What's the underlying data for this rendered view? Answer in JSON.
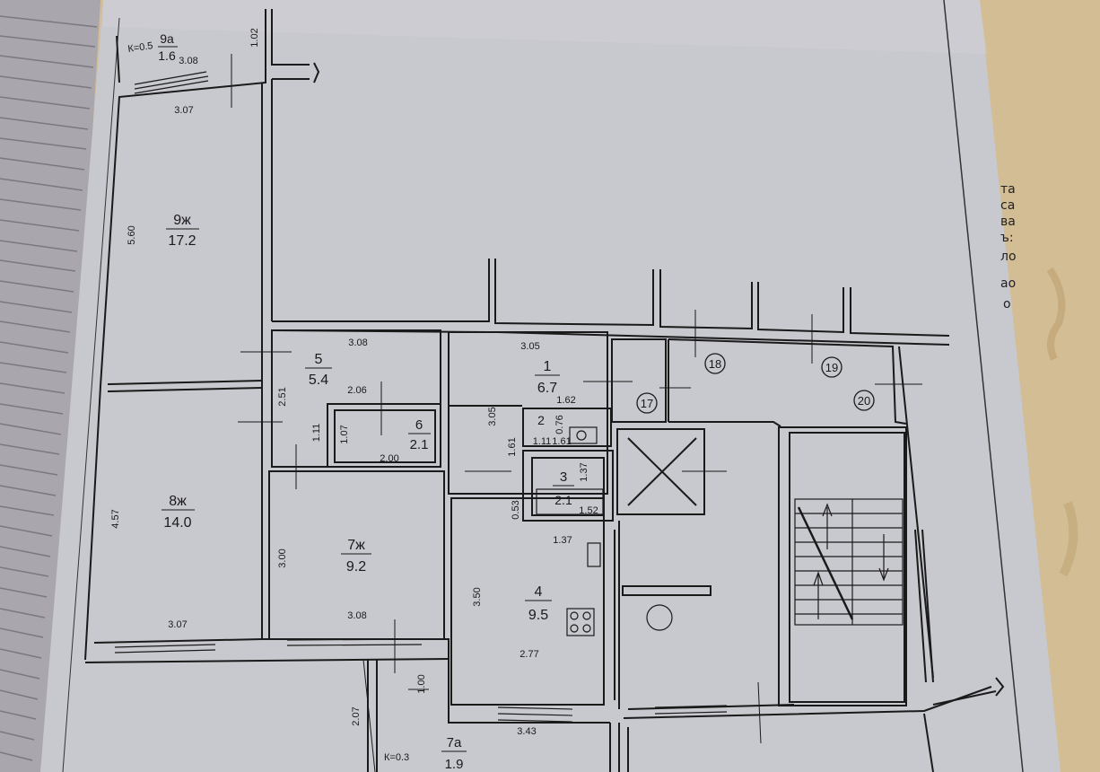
{
  "rooms": [
    {
      "id": "9a",
      "number": "9а",
      "area": "1.6"
    },
    {
      "id": "9",
      "number": "9ж",
      "area": "17.2"
    },
    {
      "id": "8",
      "number": "8ж",
      "area": "14.0"
    },
    {
      "id": "5",
      "number": "5",
      "area": "5.4"
    },
    {
      "id": "6",
      "number": "6",
      "area": "2.1"
    },
    {
      "id": "7",
      "number": "7ж",
      "area": "9.2"
    },
    {
      "id": "1",
      "number": "1",
      "area": "6.7"
    },
    {
      "id": "2",
      "number": "2",
      "area": ""
    },
    {
      "id": "3",
      "number": "3",
      "area": "2.1"
    },
    {
      "id": "4",
      "number": "4",
      "area": "9.5"
    },
    {
      "id": "7a",
      "number": "7а",
      "area": "1.9"
    }
  ],
  "coefficients": {
    "balcony_9a": "К=0.5",
    "balcony_7a": "К=0.3"
  },
  "dimensions": {
    "d102": "1.02",
    "d308_top": "3.08",
    "d307_top": "3.07",
    "d560": "5.60",
    "d457": "4.57",
    "d307_bot": "3.07",
    "d308_r5": "3.08",
    "d251": "2.51",
    "d206": "2.06",
    "d111_left": "1.11",
    "d107": "1.07",
    "d200": "2.00",
    "d300": "3.00",
    "d308_r7": "3.08",
    "d305_top": "3.05",
    "d305_side": "3.05",
    "d162": "1.62",
    "d076": "0.76",
    "d111_b": "1.11",
    "d161_a": "1.61",
    "d161_b": "1.61",
    "d137_3": "1.37",
    "d053": "0.53",
    "d152": "1.52",
    "d137_4": "1.37",
    "d350": "3.50",
    "d277": "2.77",
    "d343": "3.43",
    "d100": "1.00",
    "d207": "2.07"
  },
  "markers": [
    "17",
    "18",
    "19",
    "20"
  ],
  "edge_text": [
    "та",
    "са",
    "ва",
    "ъ:",
    "ло",
    "ао",
    "о"
  ],
  "colors": {
    "paper": "#c6c6cd",
    "ink": "#1a1a1a",
    "wood": "#c9b48d",
    "notebook": "#b9b6bd"
  }
}
